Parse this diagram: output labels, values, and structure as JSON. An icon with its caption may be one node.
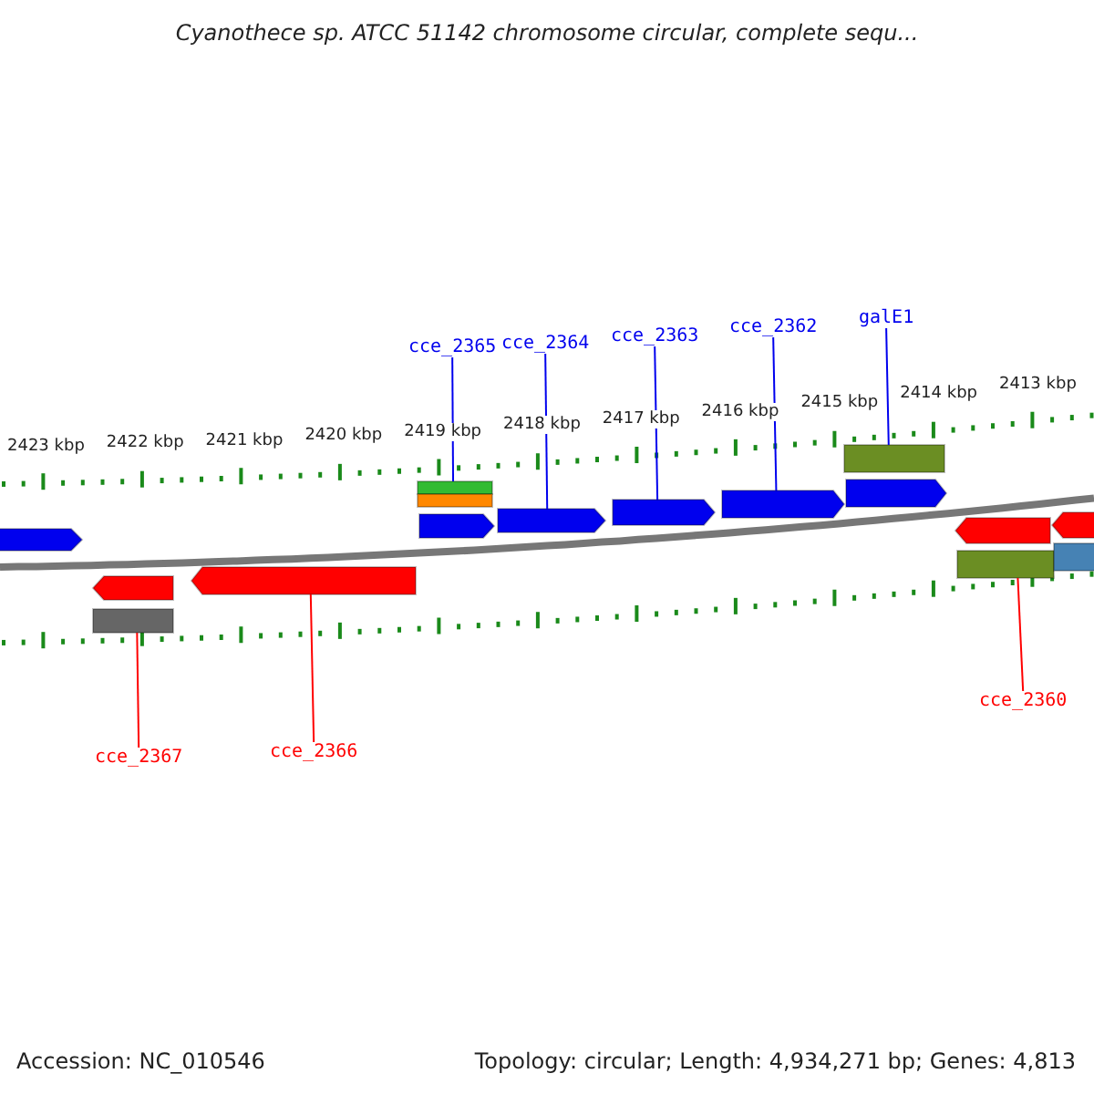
{
  "diagram": {
    "title": "Cyanothece sp. ATCC 51142 chromosome circular, complete sequ...",
    "nodes": [
      {
        "text": [],
        "shape": "bar"
      },
      {
        "text": [],
        "shape": "bar"
      },
      {
        "text": [],
        "shape": "bar"
      },
      {
        "text": [],
        "shape": "bar"
      },
      {
        "text": [],
        "shape": "bar"
      },
      {
        "text": [],
        "shape": "bar"
      },
      {
        "text": [],
        "shape": "bar"
      },
      {
        "text": [],
        "shape": "bar"
      },
      {
        "text": [],
        "shape": "bar"
      },
      {
        "text": [],
        "shape": "bar"
      },
      {
        "text": [],
        "shape": "bar"
      },
      {
        "text": [],
        "shape": "bar"
      },
      {
        "text": [],
        "shape": "bar"
      },
      {
        "text": [],
        "shape": "bar"
      },
      {
        "text": [],
        "shape": "bar"
      },
      {
        "text": [],
        "shape": "bar"
      },
      {
        "text": [
          "cce_2365"
        ]
      },
      {
        "text": [
          "cce_2364"
        ]
      },
      {
        "text": [
          "cce_2363"
        ]
      },
      {
        "text": [
          "cce_2362"
        ]
      },
      {
        "text": [
          "galE1"
        ]
      },
      {
        "text": [
          "cce_2367"
        ]
      },
      {
        "text": [
          "cce_2366"
        ]
      },
      {
        "text": [
          "cce_2360"
        ]
      }
    ],
    "edges": [
      {
        "from": 16,
        "to": 1,
        "arrow": "none"
      },
      {
        "from": 17,
        "to": 4,
        "arrow": "none"
      },
      {
        "from": 18,
        "to": 5,
        "arrow": "none"
      },
      {
        "from": 19,
        "to": 6,
        "arrow": "none"
      },
      {
        "from": 20,
        "to": 7,
        "arrow": "none"
      },
      {
        "from": 21,
        "to": 10,
        "arrow": "none",
        "color": "#ff0000"
      },
      {
        "from": 22,
        "to": 11,
        "arrow": "none",
        "color": "#ff0000"
      },
      {
        "from": 23,
        "to": 14,
        "arrow": "none",
        "color": "#ff0000"
      }
    ],
    "labels": [
      "2423 kbp",
      "2422 kbp",
      "2421 kbp",
      "2420 kbp",
      "2419 kbp",
      "2418 kbp",
      "2417 kbp",
      "2416 kbp",
      "2415 kbp",
      "2414 kbp",
      "2413 kbp",
      "Accession: NC_010546",
      "Topology: circular; Length: 4,934,271 bp; Genes: 4,813"
    ]
  }
}
